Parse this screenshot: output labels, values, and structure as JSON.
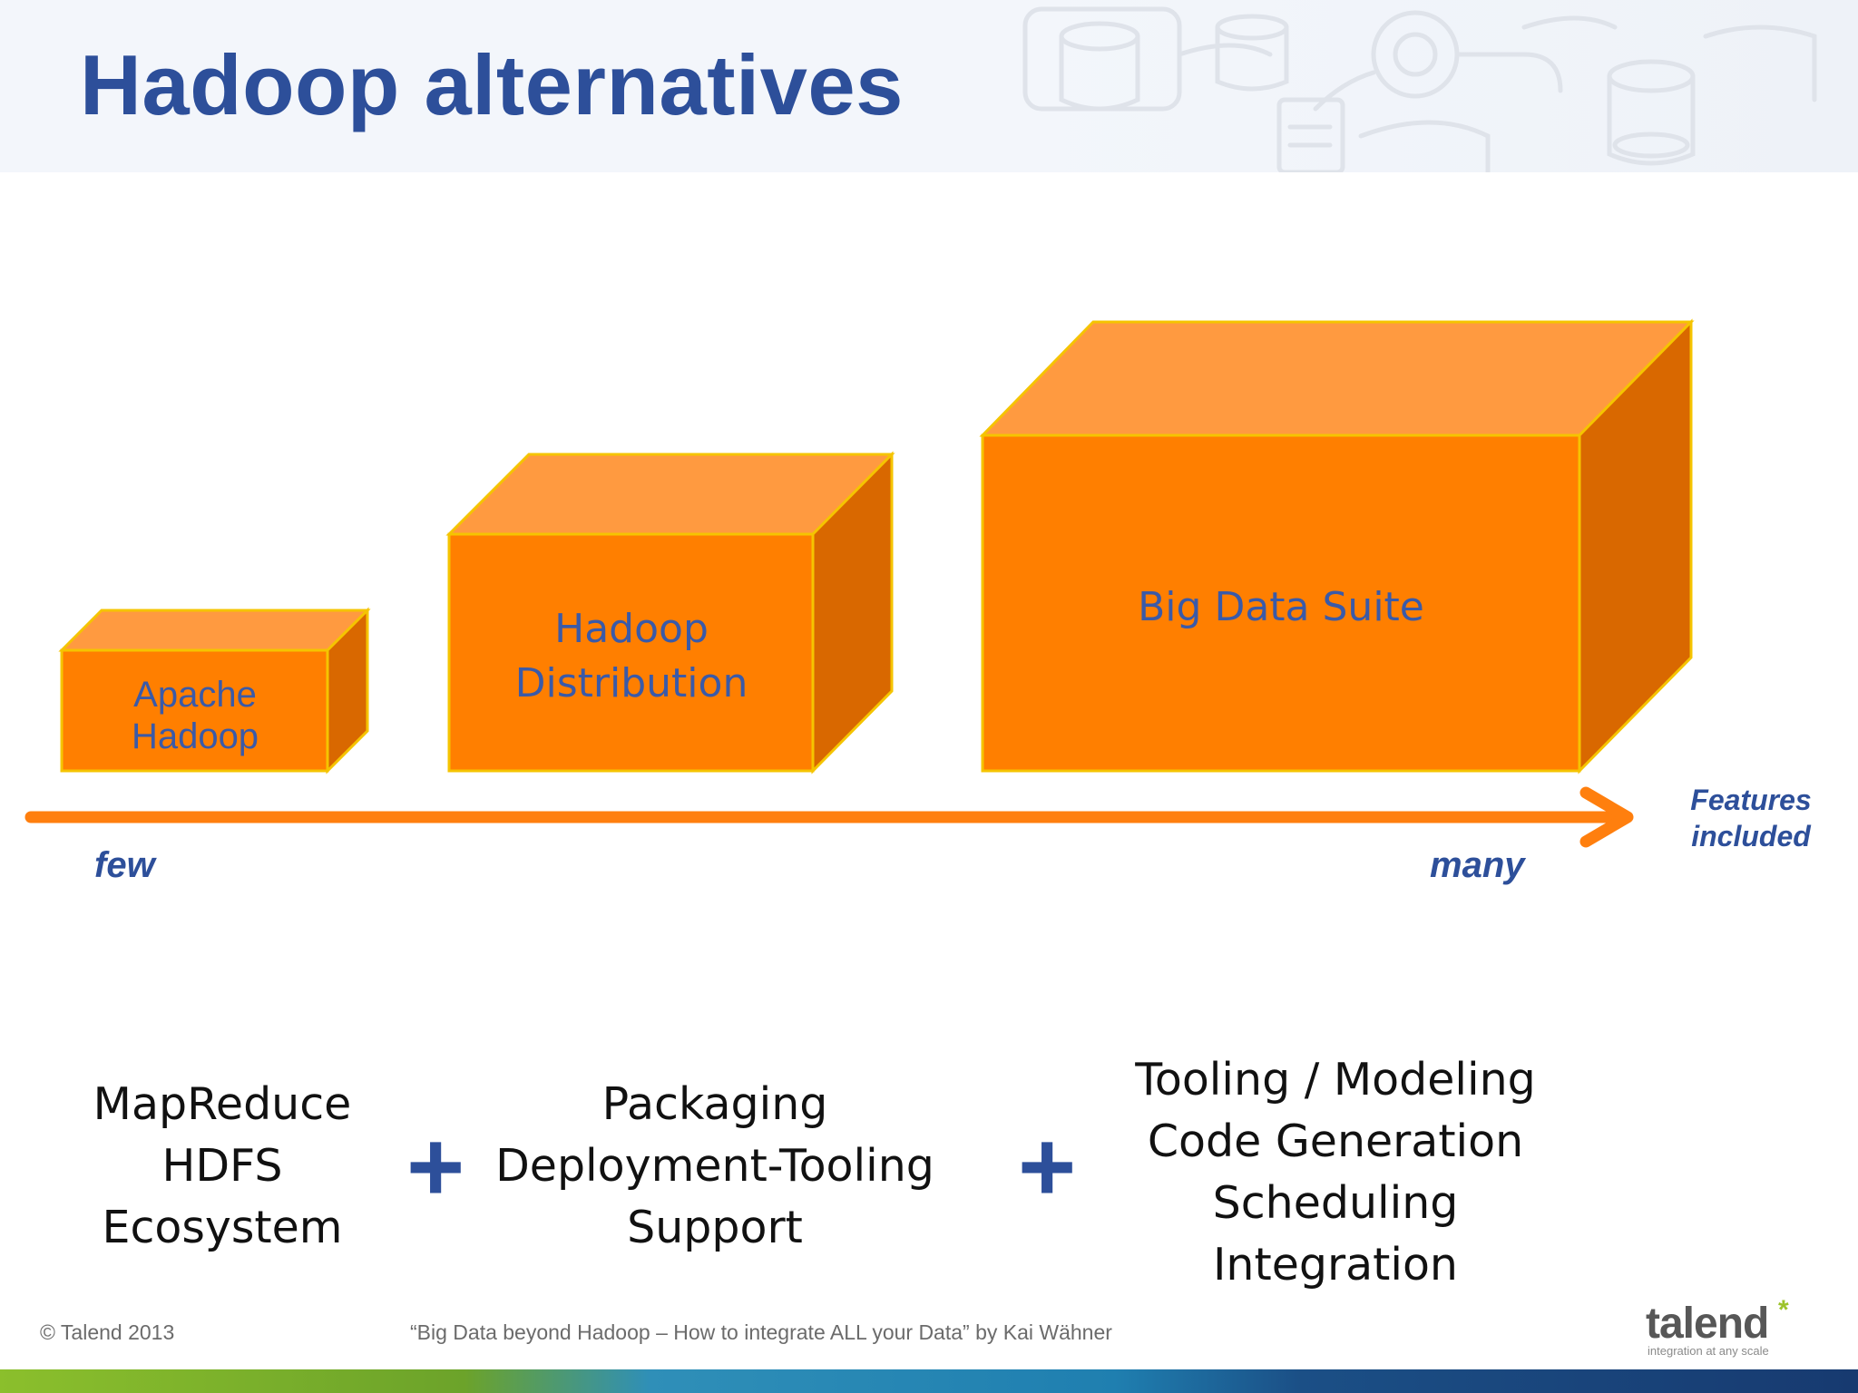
{
  "title": "Hadoop alternatives",
  "boxes": [
    {
      "label_lines": [
        "Apache",
        "Hadoop"
      ]
    },
    {
      "label_lines": [
        "Hadoop",
        "Distribution"
      ]
    },
    {
      "label_lines": [
        "Big Data Suite"
      ]
    }
  ],
  "axis": {
    "start_label": "few",
    "end_label": "many",
    "label_lines": [
      "Features",
      "included"
    ]
  },
  "features": [
    {
      "lines": [
        "MapReduce",
        "HDFS",
        "Ecosystem"
      ]
    },
    {
      "lines": [
        "Packaging",
        "Deployment-Tooling",
        "Support"
      ]
    },
    {
      "lines": [
        "Tooling / Modeling",
        "Code Generation",
        "Scheduling",
        "Integration"
      ]
    }
  ],
  "plus_sign": "+",
  "footer": {
    "copyright": "© Talend 2013",
    "caption": "“Big Data beyond Hadoop – How to integrate ALL your Data” by Kai Wähner"
  },
  "logo": {
    "word": "talend",
    "star": "*",
    "tagline": "integration at any scale"
  },
  "colors": {
    "box_front": "#ff7f00",
    "box_top": "#ff9a40",
    "box_side": "#d96800",
    "box_edge": "#f5c400",
    "arrow": "#ff7f0e",
    "title_blue": "#2d4f9a"
  }
}
